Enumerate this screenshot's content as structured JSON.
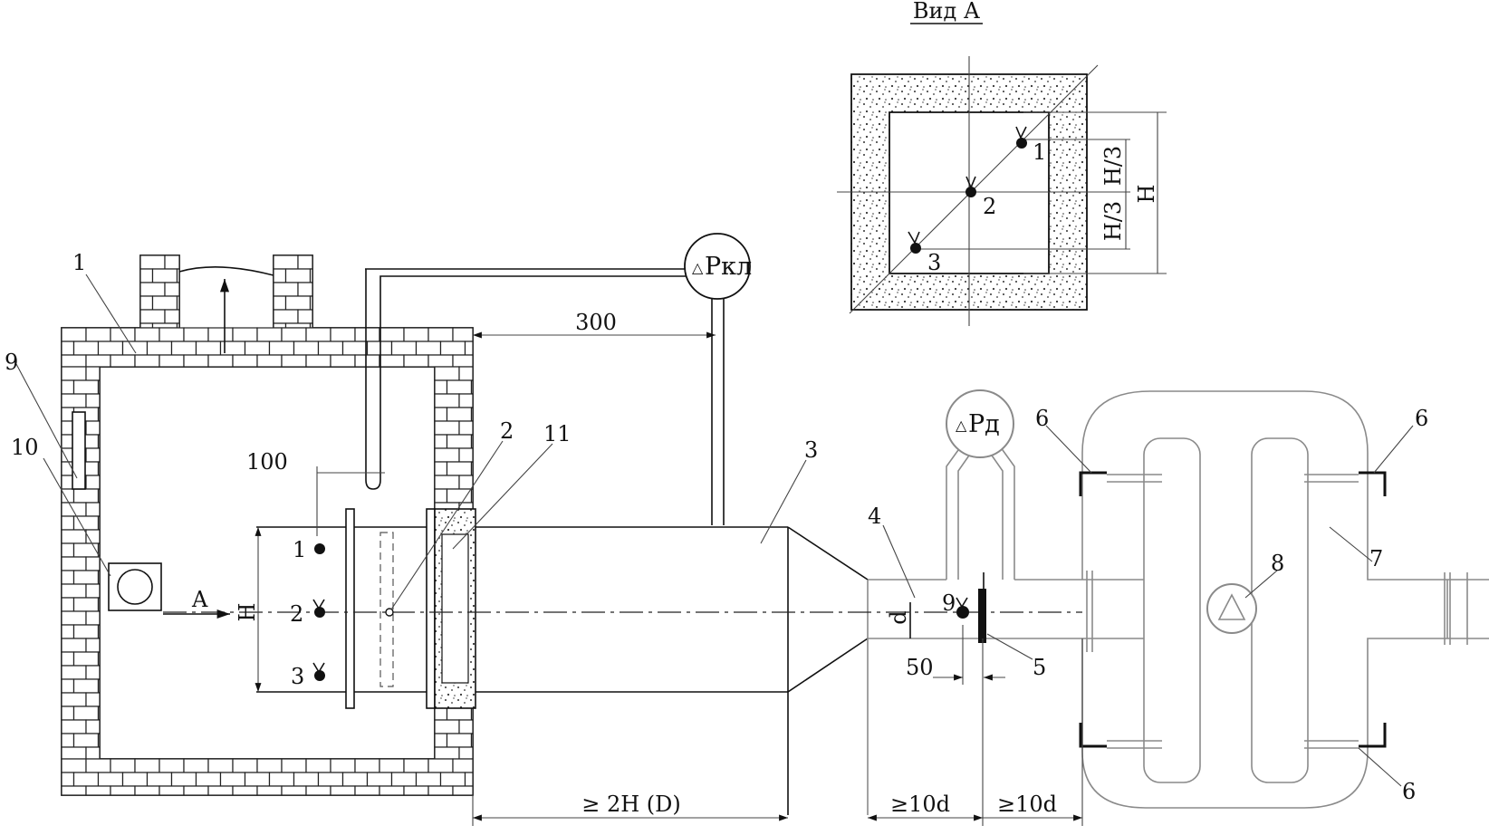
{
  "view_title": "Вид А",
  "gauges": {
    "klapan": "Ркл",
    "diff": "Рд",
    "delta": "△"
  },
  "dims": {
    "d300": "300",
    "d100": "100",
    "d50": "50",
    "two_h": "≥ 2H (D)",
    "ten_d_left": "≥10d",
    "ten_d_right": "≥10d",
    "h_main": "H",
    "h_side": "H",
    "h3_upper": "H/3",
    "h3_lower": "H/3",
    "d_small": "d"
  },
  "arrow_a": "A",
  "callouts": [
    "1",
    "2",
    "3",
    "4",
    "5",
    "6",
    "6",
    "6",
    "7",
    "8",
    "9",
    "9",
    "10",
    "11"
  ],
  "points_main": [
    "1",
    "2",
    "3"
  ],
  "points_view": [
    "1",
    "2",
    "3"
  ]
}
